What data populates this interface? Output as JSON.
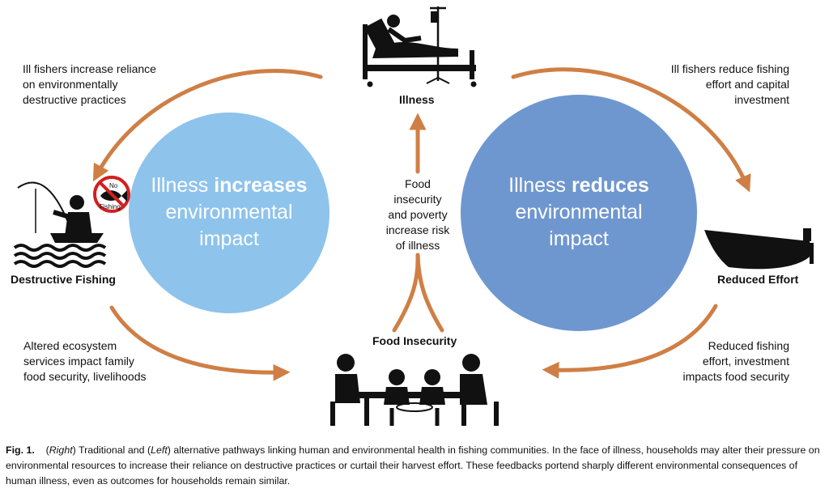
{
  "colors": {
    "arrow": "#cf7f45",
    "left_circle": "#8ec3ec",
    "right_circle": "#6f97cf",
    "icon": "#111111"
  },
  "nodes": {
    "illness": "Illness",
    "destructive_fishing": "Destructive Fishing",
    "reduced_effort": "Reduced Effort",
    "food_insecurity": "Food Insecurity",
    "no_fishing_sign_top": "No",
    "no_fishing_sign_bottom": "Fishing"
  },
  "circles": {
    "left": {
      "line1_pre": "Illness ",
      "line1_bold": "increases",
      "line2": "environmental",
      "line3": "impact"
    },
    "right": {
      "line1_pre": "Illness ",
      "line1_bold": "reduces",
      "line2": "environmental",
      "line3": "impact"
    }
  },
  "edges": {
    "top_left": [
      "Ill fishers increase reliance",
      "on environmentally",
      "destructive practices"
    ],
    "top_right": [
      "Ill fishers reduce fishing",
      "effort and capital",
      "investment"
    ],
    "bottom_left": [
      "Altered ecosystem",
      "services impact family",
      "food security, livelihoods"
    ],
    "bottom_right": [
      "Reduced fishing",
      "effort, investment",
      "impacts food security"
    ],
    "center": [
      "Food",
      "insecurity",
      "and poverty",
      "increase risk",
      "of illness"
    ]
  },
  "icons": [
    "hospital-bed-icon",
    "fisher-boat-icon",
    "no-fishing-sign-icon",
    "boat-icon",
    "family-table-icon"
  ],
  "caption": {
    "fig": "Fig. 1.",
    "p1": "(",
    "right": "Right",
    "p2": ") Traditional and (",
    "left": "Left",
    "p3": ") alternative pathways linking human and environmental health in fishing communities. In the face of illness, households may alter their pressure on environmental resources to increase their reliance on destructive practices or curtail their harvest effort. These feedbacks portend sharply different environmental consequences of human illness, even as outcomes for households remain similar."
  }
}
